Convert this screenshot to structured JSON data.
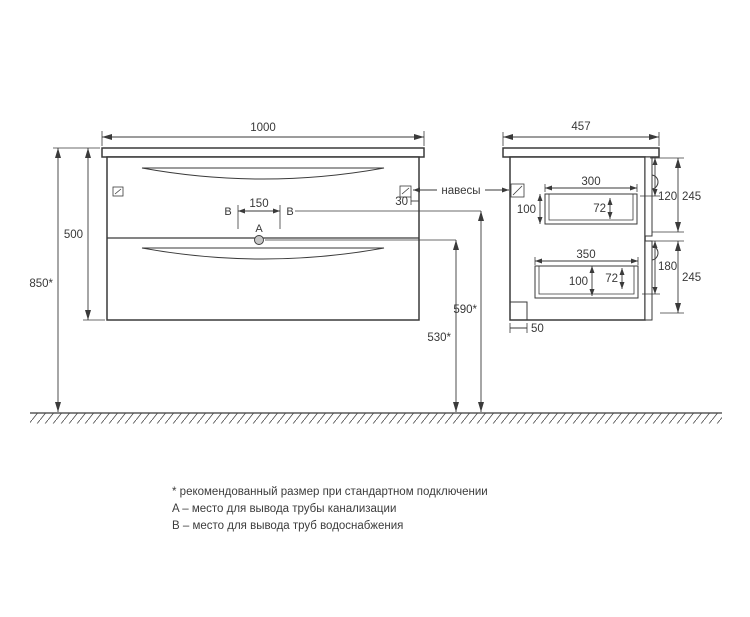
{
  "front_view": {
    "width": "1000",
    "height": "500",
    "total_height": "850*",
    "outlet_spacing": "150",
    "bracket_offset": "30",
    "drain_height": "530*",
    "supply_height": "590*",
    "marker_a": "A",
    "marker_b_left": "B",
    "marker_b_right": "B"
  },
  "side_view": {
    "depth": "457",
    "top_drawer": {
      "width": "300",
      "inner_height": "72",
      "box_height": "100",
      "front_gap": "120",
      "front_height": "245"
    },
    "bottom_drawer": {
      "width": "350",
      "inner_height": "72",
      "box_height": "100",
      "front_gap": "180",
      "front_height": "245"
    },
    "back_offset": "50"
  },
  "callouts": {
    "hangers": "навесы"
  },
  "legend": {
    "note_asterisk": "* рекомендованный размер при стандартном подключении",
    "note_a": "A – место для вывода трубы канализации",
    "note_b": "B – место для вывода труб водоснабжения"
  }
}
